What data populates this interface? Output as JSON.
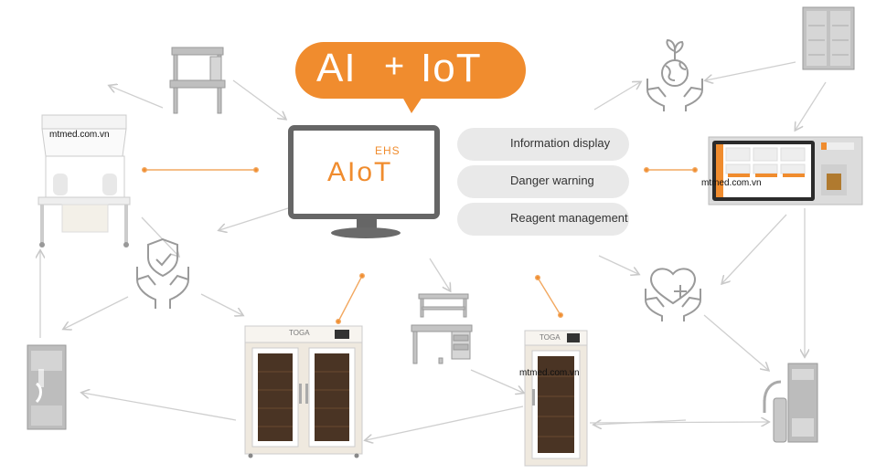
{
  "banner": {
    "left": "AI",
    "plus": "+",
    "right": "IoT",
    "color": "#f08c2e"
  },
  "monitor": {
    "ehs": "EHS",
    "brand": "AIoT"
  },
  "features": [
    {
      "label": "Information display",
      "icon": "lightbulb-check-icon"
    },
    {
      "label": "Danger warning",
      "icon": "megaphone-alert-icon"
    },
    {
      "label": "Reagent management",
      "icon": "printer-check-icon"
    }
  ],
  "cabinets": {
    "large_brand": "TOGA",
    "small_brand": "TOGA"
  },
  "watermarks": [
    "mtmed.com.vn",
    "mtmed.com.vn",
    "mtmed.com.vn"
  ],
  "colors": {
    "accent": "#f08c2e",
    "arrow": "#c8c8c8",
    "icon_gray": "#9a9a9a"
  },
  "nodes": [
    "fume-hood",
    "lab-bench",
    "shield-hands-icon",
    "storage-cabinet-left",
    "reagent-cabinet-large",
    "reagent-cabinet-small",
    "workbench-with-shelves",
    "earth-plant-hands-icon",
    "double-door-cabinet",
    "touch-panel-display",
    "heart-plus-hands-icon",
    "gas-cylinder-station"
  ]
}
